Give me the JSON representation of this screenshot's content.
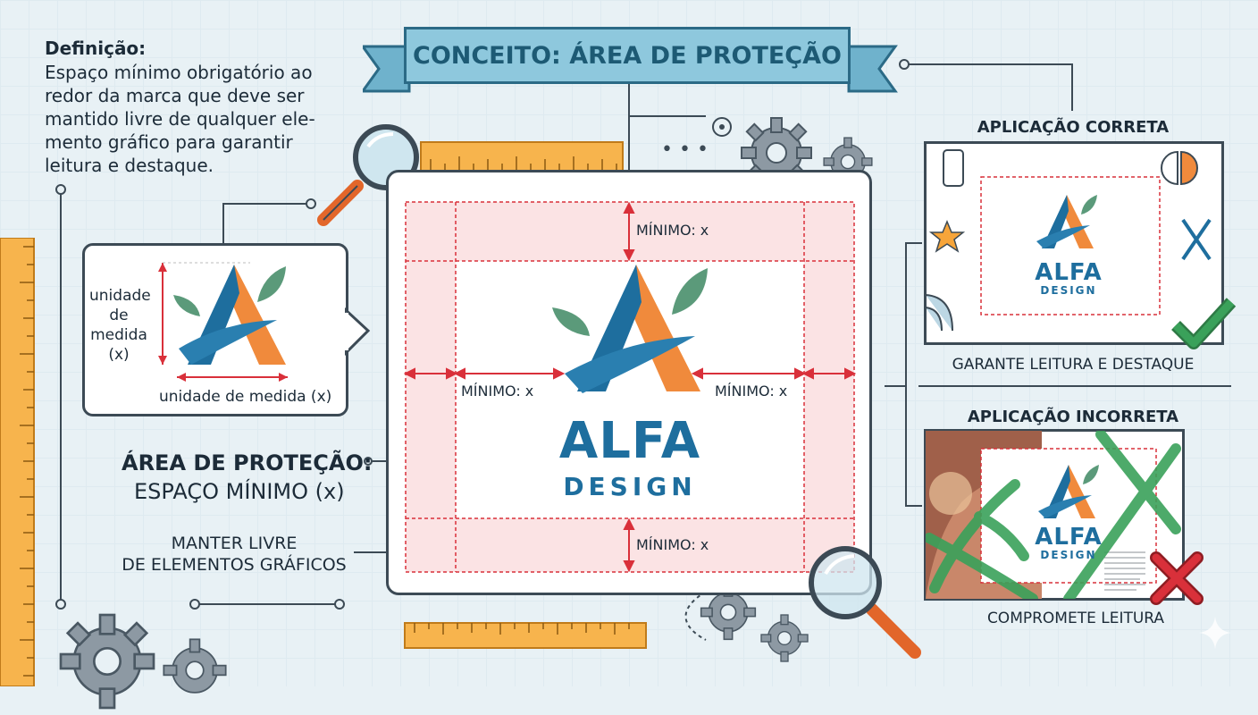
{
  "definition": {
    "title": "Definição:",
    "text": "Espaço mínimo obrigatório ao\nredor da marca que deve ser\nmantido livre de qualquer ele-\nmento gráfico para garantir\nleitura e destaque."
  },
  "banner_title": "CONCEITO: ÁREA DE PROTEÇÃO",
  "unit_card": {
    "vertical_label": "unidade\nde\nmedida\n(x)",
    "horizontal_label": "unidade de medida (x)"
  },
  "area": {
    "title": "ÁREA DE PROTEÇÃO:",
    "subtitle": "ESPAÇO MÍNIMO (x)",
    "keep_free": "MANTER LIVRE\nDE ELEMENTOS GRÁFICOS"
  },
  "main_logo": {
    "word1": "ALFA",
    "word2": "DESIGN",
    "min_top": "MÍNIMO: x",
    "min_left": "MÍNIMO: x",
    "min_right": "MÍNIMO: x",
    "min_bottom": "MÍNIMO: x"
  },
  "correct": {
    "title": "APLICAÇÃO CORRETA",
    "word1": "ALFA",
    "word2": "DESIGN",
    "caption": "GARANTE LEITURA E DESTAQUE"
  },
  "incorrect": {
    "title": "APLICAÇÃO INCORRETA",
    "word1": "ALFA",
    "word2": "DESIGN",
    "caption": "COMPROMETE LEITURA"
  },
  "colors": {
    "logo_blue": "#1e6e9e",
    "logo_orange": "#f08a3c",
    "leaf_green": "#5b9a7a",
    "guide_red": "#d9303a",
    "zone_pink": "#fbe3e4",
    "banner_blue": "#8ec8dd",
    "check_green": "#3aa15a"
  },
  "icons": [
    "magnifier-icon",
    "gear-icon",
    "ruler-icon",
    "phone-icon",
    "star-icon",
    "pie-chart-icon",
    "checkmark-icon",
    "cross-icon"
  ]
}
